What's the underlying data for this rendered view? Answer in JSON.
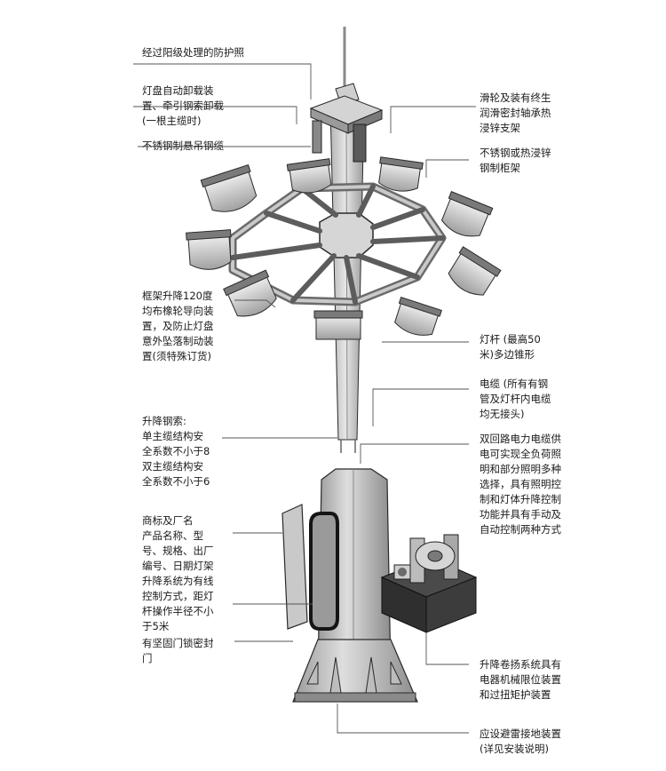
{
  "labels": {
    "anodized_lamp": "经过阳级处理的防护照",
    "auto_unload": "灯盘自动卸载装\n置、牵引钢索卸载\n(一根主缆时)",
    "stainless_cable": "不锈钢制悬吊钢缆",
    "pulley": "滑轮及装有终生\n润滑密封轴承热\n浸锌支架",
    "frame_material": "不锈钢或热浸锌\n钢制柜架",
    "frame_lift": "框架升降120度\n均布橡轮导向装\n置，及防止灯盘\n意外坠落制动装\n置(须特殊订货)",
    "pole": "灯杆 (最高50\n米)多边锥形",
    "cable_inner": "电缆 (所有有钢\n管及灯杆内电缆\n均无接头)",
    "wire_rope": "升降钢索:\n单主缆结构安\n全系数不小于8\n双主缆结构安\n全系数不小于6",
    "dual_circuit": "双回路电力电缆供\n电可实现全负荷照\n明和部分照明多种\n选择，具有照明控\n制和灯体升降控制\n功能并具有手动及\n自动控制两种方式",
    "nameplate": "商标及厂名\n产品名称、型\n号、规格、出厂\n编号、日期灯架\n升降系统为有线\n控制方式，距灯\n杆操作半径不小\n于5米",
    "door": "有坚固门锁密封\n门",
    "winch": "升降卷扬系统具有\n电器机械限位装置\n和过扭矩护装置",
    "lightning": "应设避雷接地装置\n(详见安装说明)"
  },
  "colors": {
    "metal_light": "#d9d9d9",
    "metal_mid": "#a8a8a8",
    "metal_dark": "#6e6e6e",
    "outline": "#2a2a2a",
    "winch_dark": "#3a3a3a",
    "leader": "#555555"
  }
}
